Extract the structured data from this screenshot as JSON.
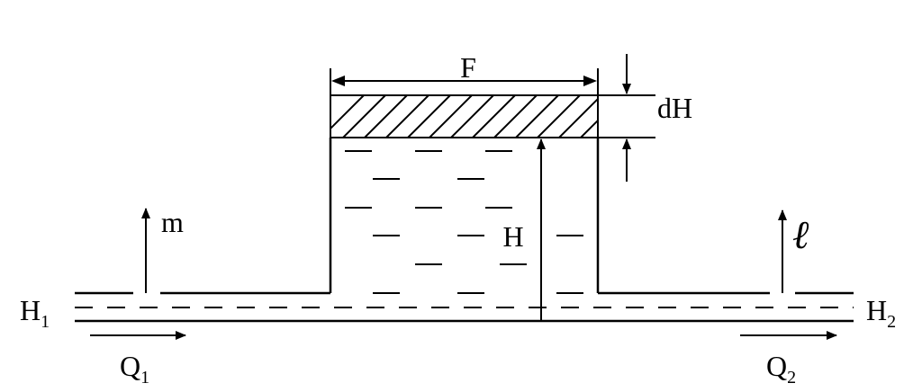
{
  "labels": {
    "F": "F",
    "dH": "dH",
    "H": "H",
    "m": "m",
    "l": "ℓ",
    "H1": {
      "main": "H",
      "sub": "1"
    },
    "H2": {
      "main": "H",
      "sub": "2"
    },
    "Q1": {
      "main": "Q",
      "sub": "1"
    },
    "Q2": {
      "main": "Q",
      "sub": "2"
    }
  },
  "colors": {
    "stroke": "#000000",
    "background": "#ffffff"
  }
}
